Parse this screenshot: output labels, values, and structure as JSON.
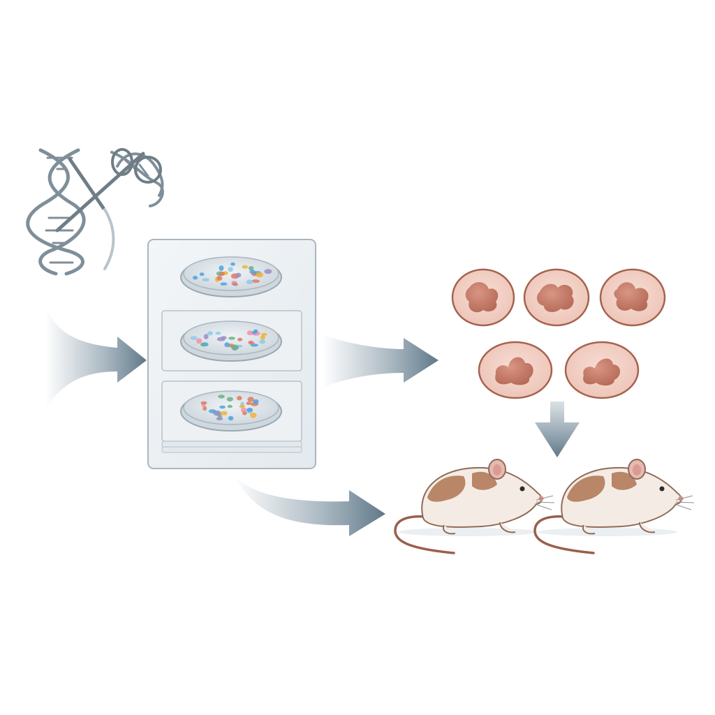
{
  "diagram": {
    "stages": [
      {
        "id": "gene-editing",
        "icon": "dna-scissors-icon"
      },
      {
        "id": "cell-culture",
        "icon": "petri-dish-icon",
        "dish_count": 3
      },
      {
        "id": "organoids",
        "icon": "tissue-sample-icon",
        "sample_count": 5
      },
      {
        "id": "animal-model",
        "icon": "mouse-icon",
        "animal_count": 2
      }
    ],
    "arrows": [
      {
        "from": "gene-editing",
        "to": "cell-culture"
      },
      {
        "from": "cell-culture",
        "to": "organoids"
      },
      {
        "from": "organoids",
        "to": "animal-model"
      },
      {
        "from": "cell-culture",
        "to": "animal-model"
      }
    ]
  },
  "colors": {
    "background": "#ffffff",
    "arrow": "#6f8797",
    "dna": "#7f8f99",
    "panel_border": "#aab6c0",
    "tissue_fill": "#f3d2c8",
    "tissue_core": "#c77865",
    "mouse_body": "#f4ece4",
    "mouse_patch": "#b98668"
  }
}
